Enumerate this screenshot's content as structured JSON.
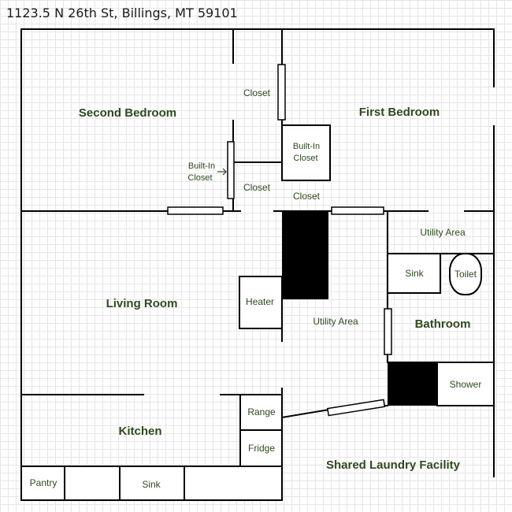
{
  "address": "1123.5 N 26th St, Billings, MT 59101",
  "rooms": {
    "second_bedroom": "Second Bedroom",
    "first_bedroom": "First Bedroom",
    "living_room": "Living Room",
    "kitchen": "Kitchen",
    "bathroom": "Bathroom",
    "shared_laundry": "Shared Laundry Facility"
  },
  "labels": {
    "closet_top": "Closet",
    "closet_mid": "Closet",
    "closet_first": "Closet",
    "builtin_left_1": "Built-In",
    "builtin_left_2": "Closet",
    "builtin_right_1": "Built-In",
    "builtin_right_2": "Closet",
    "utility_right": "Utility Area",
    "utility_center": "Utility Area",
    "sink_bath": "Sink",
    "toilet": "Toilet",
    "shower": "Shower",
    "heater": "Heater",
    "range": "Range",
    "fridge": "Fridge",
    "pantry": "Pantry",
    "sink_kitchen": "Sink"
  }
}
